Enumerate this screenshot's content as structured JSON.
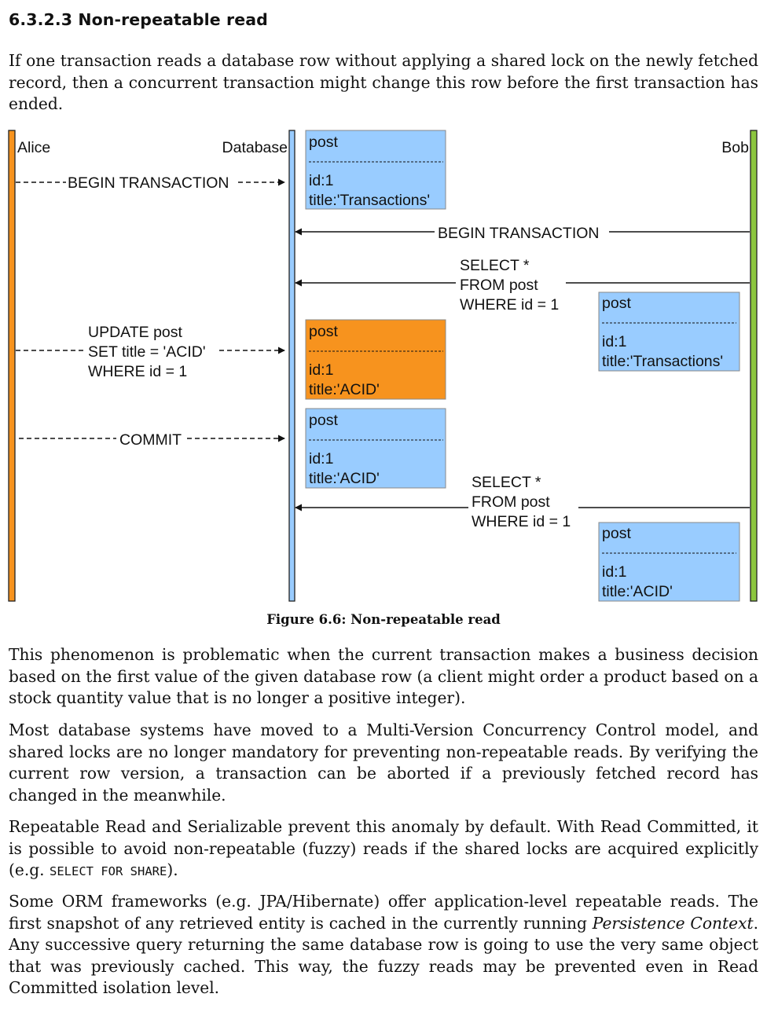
{
  "section": {
    "heading": "6.3.2.3 Non-repeatable read"
  },
  "intro": "If one transaction reads a database row without applying a shared lock on the newly fetched record, then a concurrent transaction might change this row before the first transaction has ended.",
  "diagram": {
    "actors": {
      "alice": "Alice",
      "database": "Database",
      "bob": "Bob"
    },
    "colors": {
      "alice": "#f7931e",
      "database": "#99ccff",
      "bob": "#8cc63f",
      "updated_row": "#f7931e",
      "row": "#99ccff"
    },
    "messages": {
      "alice_begin": "BEGIN TRANSACTION",
      "bob_begin": "BEGIN TRANSACTION",
      "bob_select1": [
        "SELECT *",
        "FROM post",
        "WHERE id = 1"
      ],
      "alice_update": [
        "UPDATE post",
        "SET title = 'ACID'",
        "WHERE id = 1"
      ],
      "alice_commit": "COMMIT",
      "bob_select2": [
        "SELECT *",
        "FROM post",
        "WHERE id = 1"
      ]
    },
    "rows": {
      "db_initial": {
        "name": "post",
        "sep": "-----------------------------",
        "id": "id:1",
        "title": "title:'Transactions'"
      },
      "bob_read1": {
        "name": "post",
        "sep": "-----------------------------",
        "id": "id:1",
        "title": "title:'Transactions'"
      },
      "db_updated": {
        "name": "post",
        "sep": "-----------------------------",
        "id": "id:1",
        "title": "title:'ACID'"
      },
      "db_committed": {
        "name": "post",
        "sep": "-----------------------------",
        "id": "id:1",
        "title": "title:'ACID'"
      },
      "bob_read2": {
        "name": "post",
        "sep": "-----------------------------",
        "id": "id:1",
        "title": "title:'ACID'"
      }
    }
  },
  "caption": "Figure 6.6: Non-repeatable read",
  "paragraphs": {
    "p1": "This phenomenon is problematic when the current transaction makes a business decision based on the first value of the given database row (a client might order a product based on a stock quantity value that is no longer a positive integer).",
    "p2": "Most database systems have moved to a Multi-Version Concurrency Control model, and shared locks are no longer mandatory for preventing non-repeatable reads. By verifying the current row version, a transaction can be aborted if a previously fetched record has changed in the meanwhile.",
    "p3_before": "Repeatable Read and Serializable prevent this anomaly by default. With Read Committed, it is possible to avoid non-repeatable (fuzzy) reads if the shared locks are acquired explicitly (e.g. ",
    "p3_code": "SELECT FOR SHARE",
    "p3_after": ").",
    "p4_before": "Some ORM frameworks (e.g. JPA/Hibernate) offer application-level repeatable reads. The first snapshot of any retrieved entity is cached in the currently running ",
    "p4_em": "Persistence Context",
    "p4_after": ". Any successive query returning the same database row is going to use the very same object that was previously cached. This way, the fuzzy reads may be prevented even in Read Committed isolation level."
  }
}
